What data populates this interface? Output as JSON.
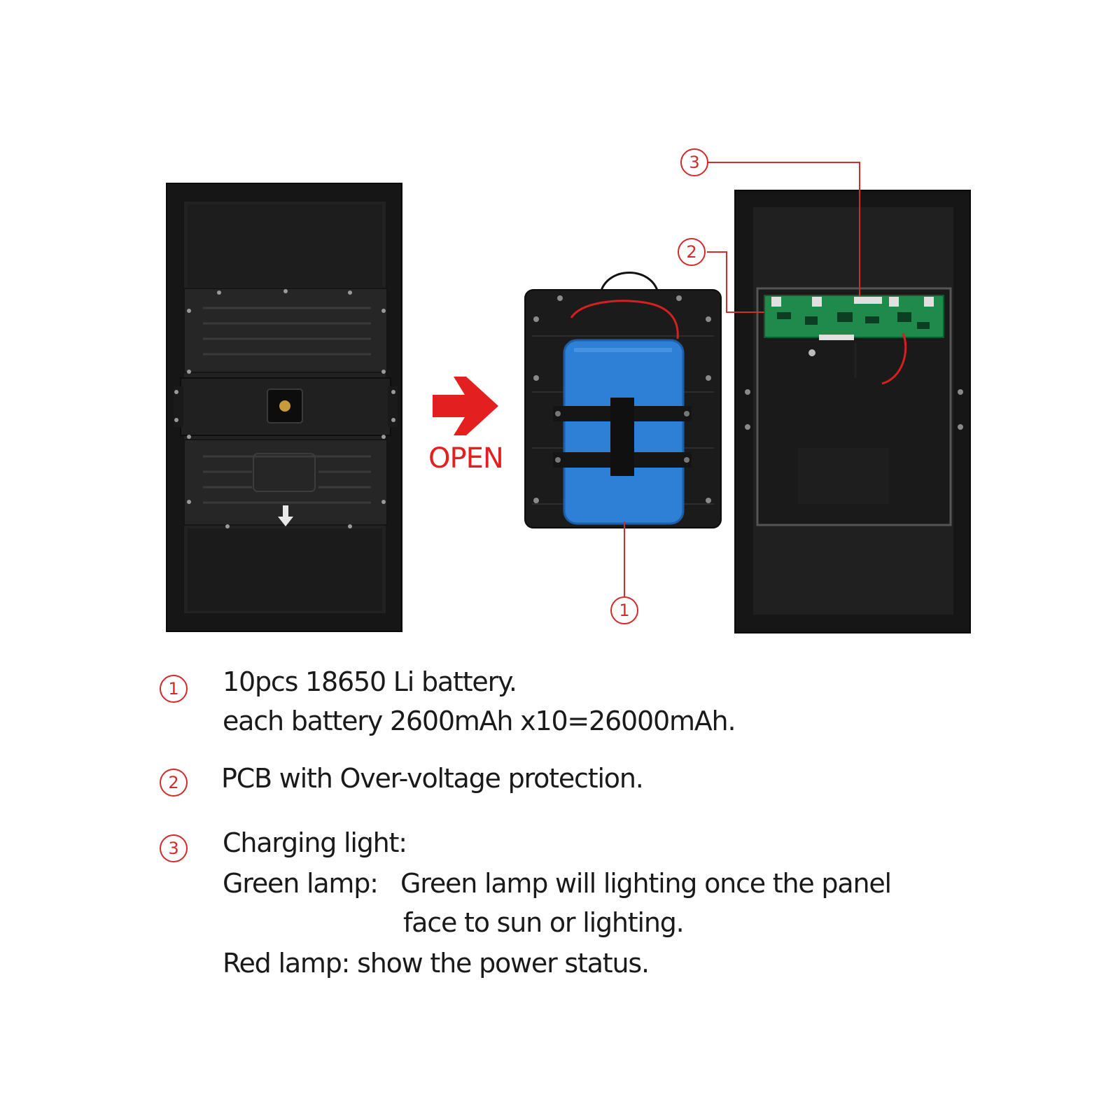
{
  "open_label": "OPEN",
  "callouts": {
    "battery": "1",
    "pcb": "2",
    "light": "3"
  },
  "legend": [
    {
      "number": "1",
      "lines": [
        "10pcs 18650 Li battery.",
        "each battery 2600mAh x10=26000mAh."
      ]
    },
    {
      "number": "2",
      "lines": [
        "PCB with Over-voltage protection."
      ]
    },
    {
      "number": "3",
      "lines": [
        "Charging light:",
        "Green lamp:",
        "Green lamp will lighting once the panel",
        "face to sun or lighting.",
        "Red lamp: show the power status."
      ]
    }
  ],
  "colors": {
    "accent_red": "#d42a2a",
    "battery_blue": "#2e7fd6",
    "pcb_green": "#1f8a4c",
    "panel_black": "#141414"
  }
}
